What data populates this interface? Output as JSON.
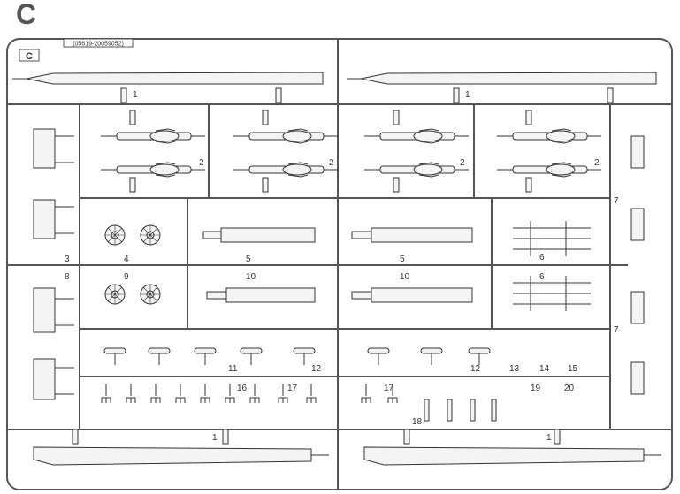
{
  "title": "C",
  "frame": {
    "code": "(05619-20059052)",
    "corner_tag": "C"
  },
  "part_numbers": {
    "rotor_top_left": "1",
    "rotor_top_right": "1",
    "rotor_bottom_left": "1",
    "rotor_bottom_right": "1",
    "r2_a": "2",
    "r2_b": "2",
    "r2_c": "2",
    "r2_d": "2",
    "p3": "3",
    "p4": "4",
    "p5a": "5",
    "p5b": "5",
    "p6a": "6",
    "p6b": "6",
    "p7a": "7",
    "p7b": "7",
    "p8": "8",
    "p9": "9",
    "p10a": "10",
    "p10b": "10",
    "p11": "11",
    "p12a": "12",
    "p12b": "12",
    "p13": "13",
    "p14": "14",
    "p15": "15",
    "p16": "16",
    "p17a": "17",
    "p17b": "17",
    "p18": "18",
    "p19": "19",
    "p20": "20"
  },
  "colors": {
    "line": "#333333",
    "fill": "#f4f4f4",
    "frame": "#555555"
  }
}
